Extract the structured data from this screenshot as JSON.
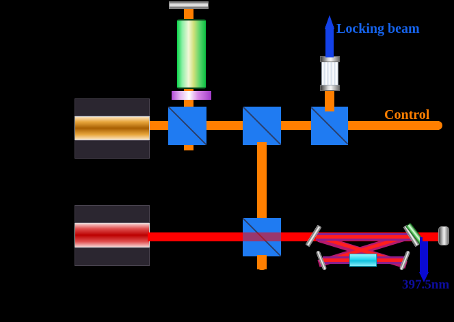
{
  "figure": {
    "kind": "optical-setup-schematic",
    "background": "#000000"
  },
  "labels": {
    "locking_beam": "Locking beam",
    "control": "Control",
    "wavelength_output": "397.5nm"
  },
  "colors": {
    "control_beam": "#ff7f00",
    "pump_beam": "#ff0000",
    "locking_beam": "#1664ee",
    "output_beam": "#0a0ad2",
    "beamsplitter": "#1f7bf2",
    "crystal": "#22d6ee",
    "dichroic": "#2f9c38",
    "waveplate": "#b24bd8",
    "gain_rod": "#0bd44a"
  },
  "components": {
    "orange_laser": {
      "name": "orange diode laser source"
    },
    "red_laser": {
      "name": "red pump laser source"
    },
    "top_mirror": {
      "name": "end mirror"
    },
    "green_rod": {
      "name": "gain crystal rod"
    },
    "waveplate": {
      "name": "half wave plate"
    },
    "collimator": {
      "name": "fiber collimator"
    },
    "beam_dump": {
      "name": "beam dump"
    },
    "crystal": {
      "name": "nonlinear doubling crystal"
    },
    "dichroic": {
      "name": "dichroic mirror"
    },
    "beamsplitters": [
      {
        "id": "bs1",
        "name": "polarizing beamsplitter 1"
      },
      {
        "id": "bs2",
        "name": "polarizing beamsplitter 2"
      },
      {
        "id": "bs3",
        "name": "polarizing beamsplitter 3"
      },
      {
        "id": "bs4",
        "name": "polarizing beamsplitter 4"
      }
    ],
    "cavity_mirrors": [
      {
        "id": "m1",
        "name": "bowtie cavity flat mirror upper-left"
      },
      {
        "id": "m2",
        "name": "bowtie cavity flat mirror upper-right"
      },
      {
        "id": "m3",
        "name": "bowtie cavity curved mirror lower-left"
      },
      {
        "id": "m4",
        "name": "bowtie cavity curved mirror lower-right"
      }
    ]
  }
}
